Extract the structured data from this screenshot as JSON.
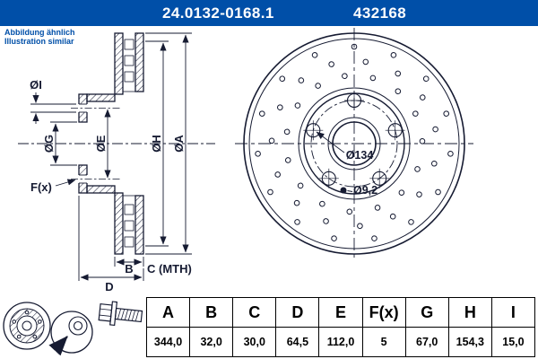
{
  "colors": {
    "brand_blue": "#004FA8",
    "ink": "#161b32"
  },
  "header": {
    "part_number": "24.0132-0168.1",
    "article_number": "432168"
  },
  "note": {
    "line1": "Abbildung ähnlich",
    "line2": "Illustration similar"
  },
  "drawing": {
    "section_labels": {
      "dia_i": "ØI",
      "dia_g": "ØG",
      "dia_e": "ØE",
      "dia_h": "ØH",
      "dia_a": "ØA",
      "f_x": "F(x)",
      "b": "B",
      "c_mth": "C (MTH)",
      "d": "D"
    },
    "front_labels": {
      "bolt_circle": "Ø134",
      "hole": "Ø9,2"
    }
  },
  "table": {
    "headers": [
      "A",
      "B",
      "C",
      "D",
      "E",
      "F(x)",
      "G",
      "H",
      "I"
    ],
    "values": [
      "344,0",
      "32,0",
      "30,0",
      "64,5",
      "112,0",
      "5",
      "67,0",
      "154,3",
      "15,0"
    ]
  }
}
